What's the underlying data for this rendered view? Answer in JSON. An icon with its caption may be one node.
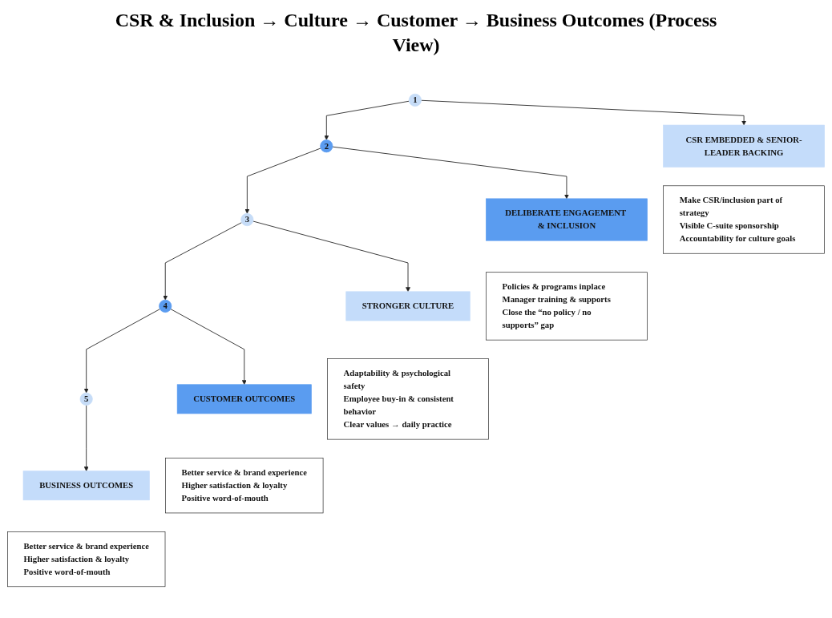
{
  "diagram": {
    "title": "CSR & Inclusion → Culture → Customer → Business Outcomes (Process View)",
    "nodes": [
      {
        "text": [
          "1"
        ]
      },
      {
        "text": [
          "2"
        ]
      },
      {
        "text": [
          "3"
        ]
      },
      {
        "text": [
          "4"
        ]
      },
      {
        "text": [
          "5"
        ]
      },
      {
        "text": [
          "CSR EMBEDDED & SENIOR-LEADER BACKING"
        ]
      },
      {
        "text": [
          "STRONGER CULTURE"
        ]
      },
      {
        "text": [
          "BUSINESS OUTCOMES"
        ]
      },
      {
        "text": [
          "Make CSR/inclusion part of strategy",
          "Visible C-suite sponsorship",
          "Accountability for culture goals"
        ]
      },
      {
        "text": [
          "Adaptability & psychological safety",
          "Employee buy-in & consistent behavior",
          "Clear values → daily practice"
        ]
      },
      {
        "text": [
          "Better service & brand experience",
          "Higher satisfaction & loyalty",
          "Positive word-of-mouth"
        ]
      },
      {
        "text": [
          "DELIBERATE ENGAGEMENT & INCLUSION"
        ]
      },
      {
        "text": [
          "CUSTOMER OUTCOMES"
        ]
      },
      {
        "text": [
          "Policies & programs inplace",
          "Manager training & supports",
          "Close the “no policy / no supports” gap"
        ]
      },
      {
        "text": [
          "Better service & brand experience",
          "Higher satisfaction & loyalty",
          "Positive word-of-mouth"
        ]
      }
    ],
    "edges": [
      {
        "from": 0,
        "to": 1,
        "arrow": "to"
      },
      {
        "from": 1,
        "to": 2,
        "arrow": "to"
      },
      {
        "from": 2,
        "to": 3,
        "arrow": "to"
      },
      {
        "from": 3,
        "to": 4,
        "arrow": "to"
      },
      {
        "from": 0,
        "to": 5,
        "arrow": "to"
      },
      {
        "from": 1,
        "to": 11,
        "arrow": "to"
      },
      {
        "from": 2,
        "to": 6,
        "arrow": "to"
      },
      {
        "from": 3,
        "to": 12,
        "arrow": "to"
      },
      {
        "from": 4,
        "to": 7,
        "arrow": "to"
      }
    ]
  }
}
